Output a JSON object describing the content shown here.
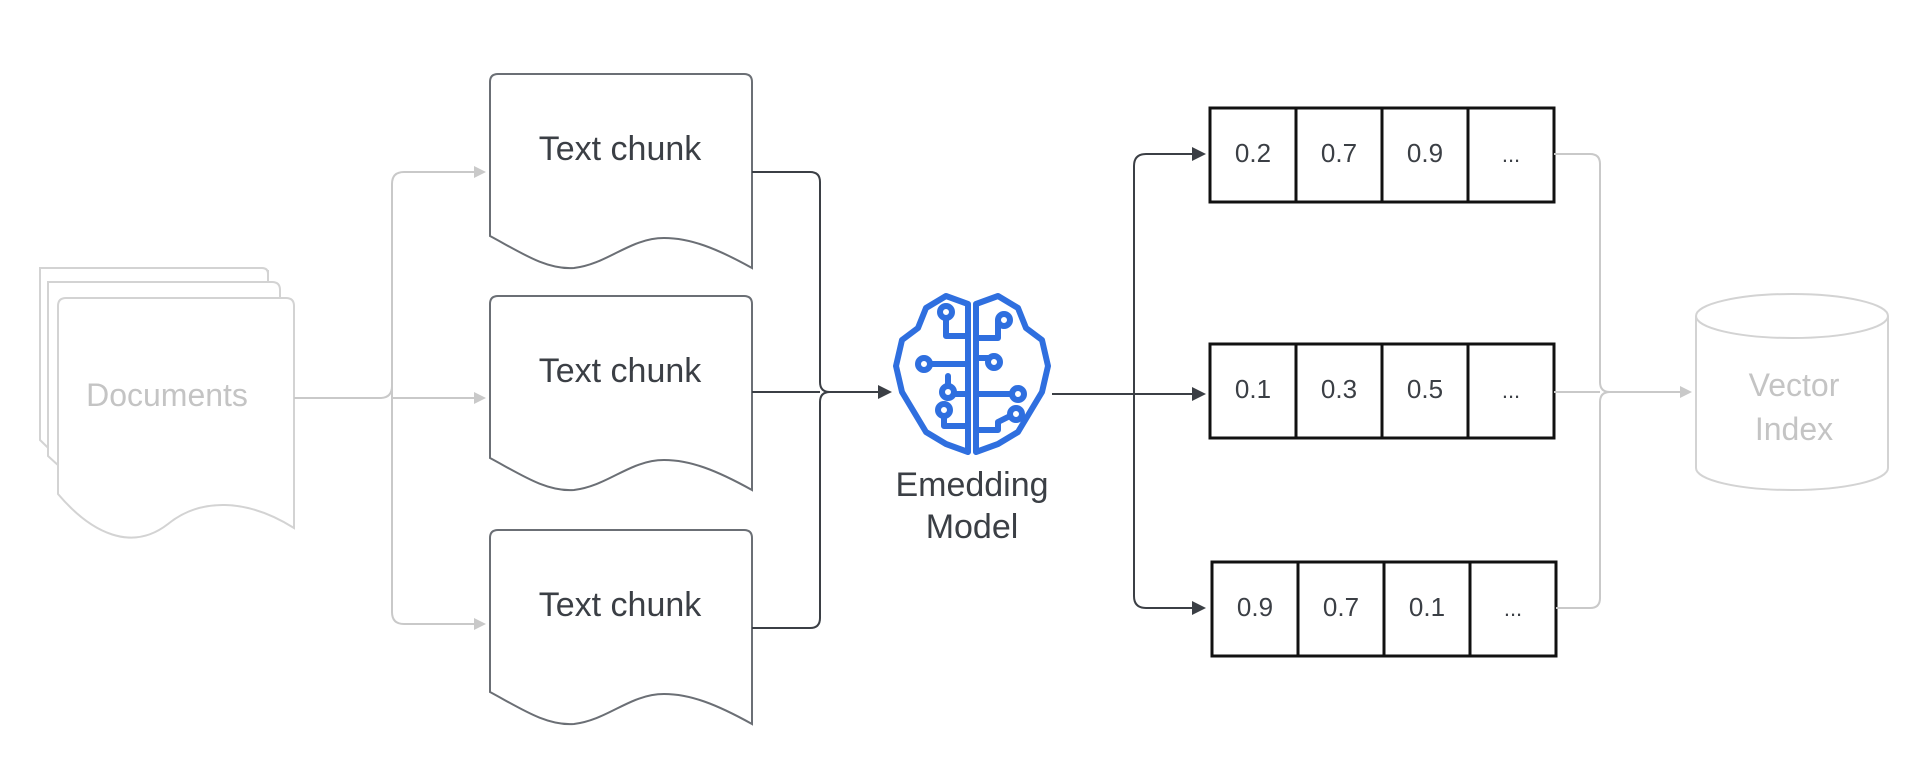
{
  "documents": {
    "label": "Documents"
  },
  "chunks": [
    {
      "label": "Text chunk"
    },
    {
      "label": "Text chunk"
    },
    {
      "label": "Text chunk"
    }
  ],
  "model": {
    "label_line1": "Emedding",
    "label_line2": "Model",
    "icon": "brain-circuit-icon",
    "color": "#2f6fdf"
  },
  "vectors": [
    {
      "cells": [
        "0.2",
        "0.7",
        "0.9",
        "..."
      ]
    },
    {
      "cells": [
        "0.1",
        "0.3",
        "0.5",
        "..."
      ]
    },
    {
      "cells": [
        "0.9",
        "0.7",
        "0.1",
        "..."
      ]
    }
  ],
  "index": {
    "label_line1": "Vector",
    "label_line2": "Index"
  },
  "colors": {
    "faded": "#c9c9c9",
    "faded_text": "#c4c4c4",
    "dark": "#4a4f55",
    "text": "#3b3f45",
    "box_border": "#111111"
  }
}
